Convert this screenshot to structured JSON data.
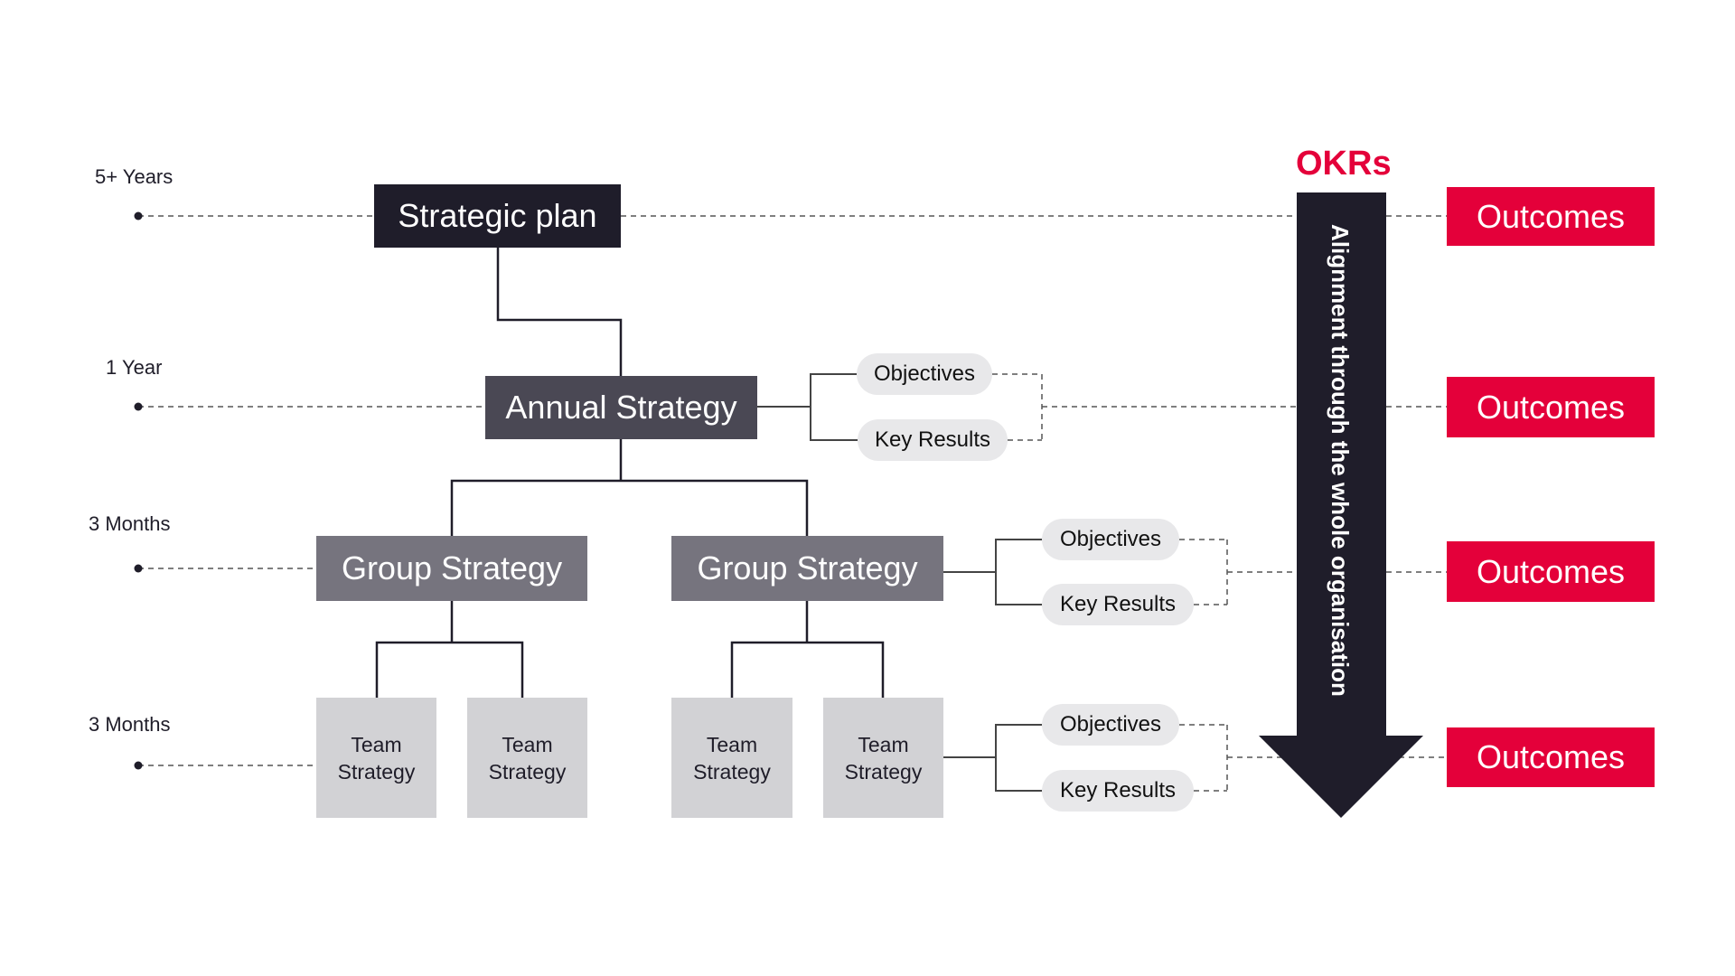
{
  "timeline": {
    "labels": [
      "5+ Years",
      "1 Year",
      "3 Months",
      "3 Months"
    ]
  },
  "nodes": {
    "strategic_plan": "Strategic plan",
    "annual_strategy": "Annual Strategy",
    "group_strategy": [
      "Group Strategy",
      "Group Strategy"
    ],
    "team_strategy": [
      "Team\nStrategy",
      "Team\nStrategy",
      "Team\nStrategy",
      "Team\nStrategy"
    ]
  },
  "okr_pills": [
    {
      "objectives": "Objectives",
      "key_results": "Key Results"
    },
    {
      "objectives": "Objectives",
      "key_results": "Key Results"
    },
    {
      "objectives": "Objectives",
      "key_results": "Key Results"
    }
  ],
  "okrs": {
    "title": "OKRs",
    "arrow_label": "Alignment through the whole organisation"
  },
  "outcomes": [
    "Outcomes",
    "Outcomes",
    "Outcomes",
    "Outcomes"
  ],
  "colors": {
    "accent_red": "#e4003a",
    "dark": "#1f1d2a",
    "annual": "#4a4854",
    "group": "#76747e",
    "team": "#d2d2d5",
    "pill": "#e8e8ea"
  }
}
